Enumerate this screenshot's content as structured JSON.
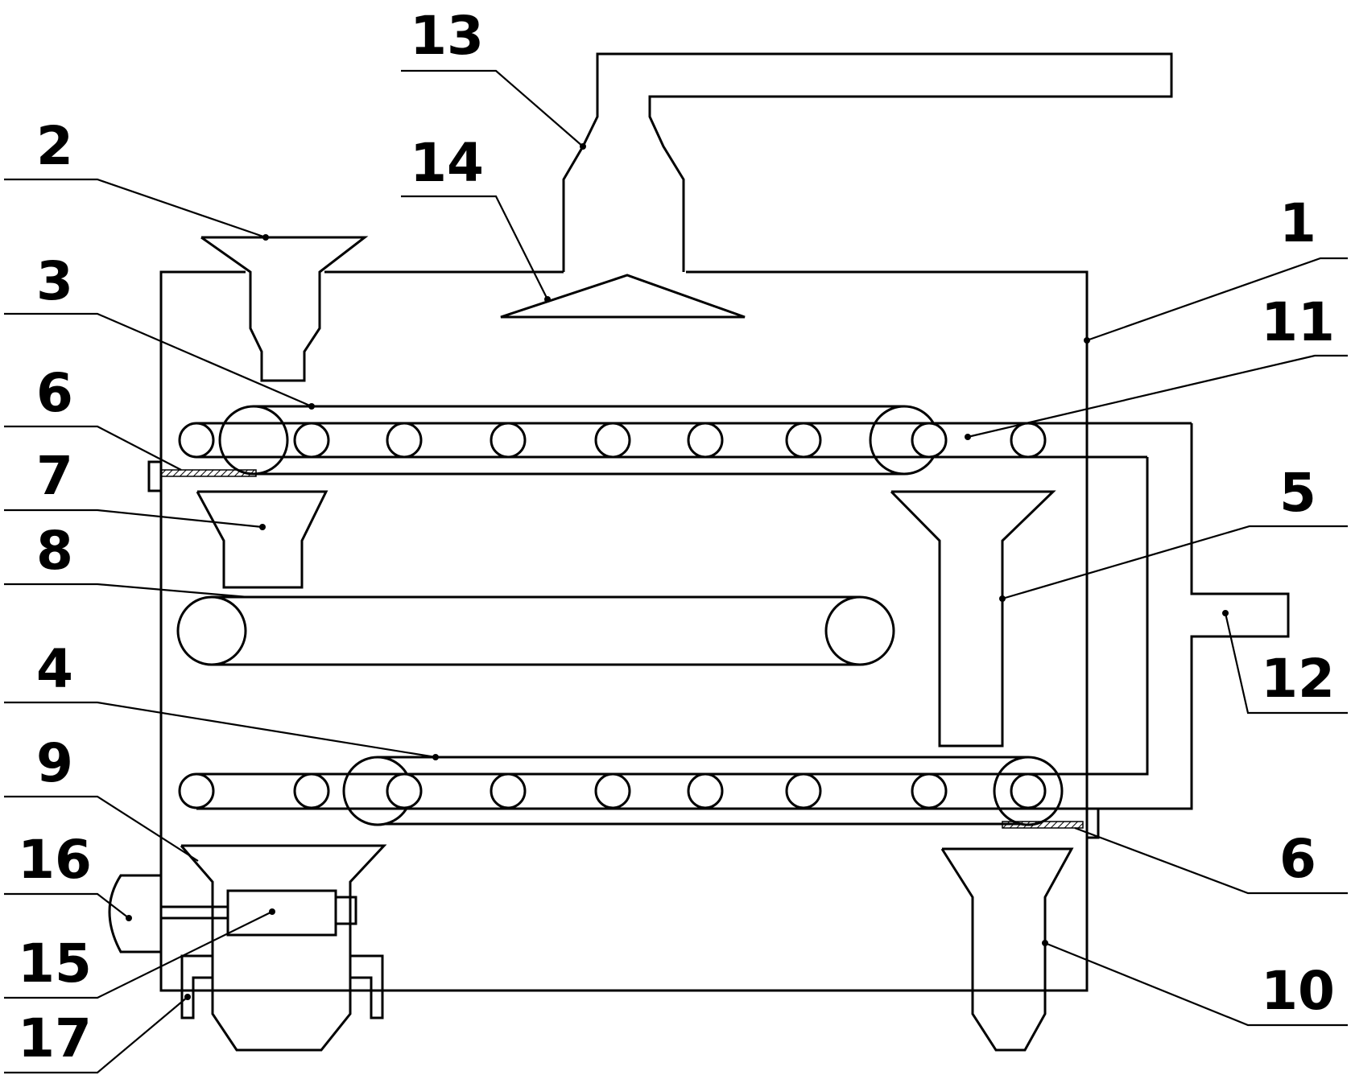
{
  "labels": {
    "l1": "1",
    "l2": "2",
    "l3": "3",
    "l4": "4",
    "l5": "5",
    "l6_top": "6",
    "l6_bottom": "6",
    "l7": "7",
    "l8": "8",
    "l9": "9",
    "l10": "10",
    "l11": "11",
    "l12": "12",
    "l13": "13",
    "l14": "14",
    "l15": "15",
    "l16": "16",
    "l17": "17"
  }
}
